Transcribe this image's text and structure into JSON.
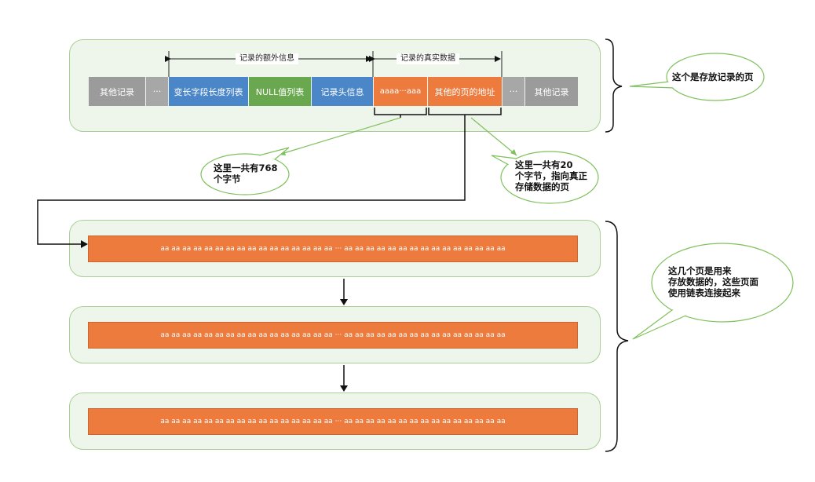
{
  "top_record": {
    "header_extra": "记录的额外信息",
    "header_real": "记录的真实数据",
    "segments": {
      "other_left": "其他记录",
      "ellipsis_left": "···",
      "varlen": "变长字段长度列表",
      "null_list": "NULL值列表",
      "record_header": "记录头信息",
      "aaaa": "aaaa···aaa",
      "other_page_addr": "其他的页的地址",
      "ellipsis_right": "···",
      "other_right": "其他记录"
    }
  },
  "callouts": {
    "page_note": "这个是存放记录的页",
    "bytes_768": [
      "这里一共有768",
      "个字节"
    ],
    "bytes_20": [
      "这里一共有20",
      "个字节，指向真正",
      "存储数据的页"
    ],
    "linked_pages": [
      "这几个页是用来",
      "存放数据的，这些页面",
      "使用链表连接起来"
    ]
  },
  "data_pages": [
    {
      "content": "aa aa aa aa aa aa aa aa aa aa aa aa aa aa aa aa ··· aa aa aa aa aa aa aa aa aa aa aa aa aa aa aa"
    },
    {
      "content": "aa aa aa aa aa aa aa aa aa aa aa aa aa aa aa aa ··· aa aa aa aa aa aa aa aa aa aa aa aa aa aa aa"
    },
    {
      "content": "aa aa aa aa aa aa aa aa aa aa aa aa aa aa aa aa ··· aa aa aa aa aa aa aa aa aa aa aa aa aa aa aa"
    }
  ],
  "colors": {
    "page_bg": "#eef5ea",
    "page_border": "#a9cf94",
    "orange": "#ec7b3d",
    "blue": "#4a86c8",
    "green": "#6aa84f",
    "gray": "#9b9b9b"
  }
}
